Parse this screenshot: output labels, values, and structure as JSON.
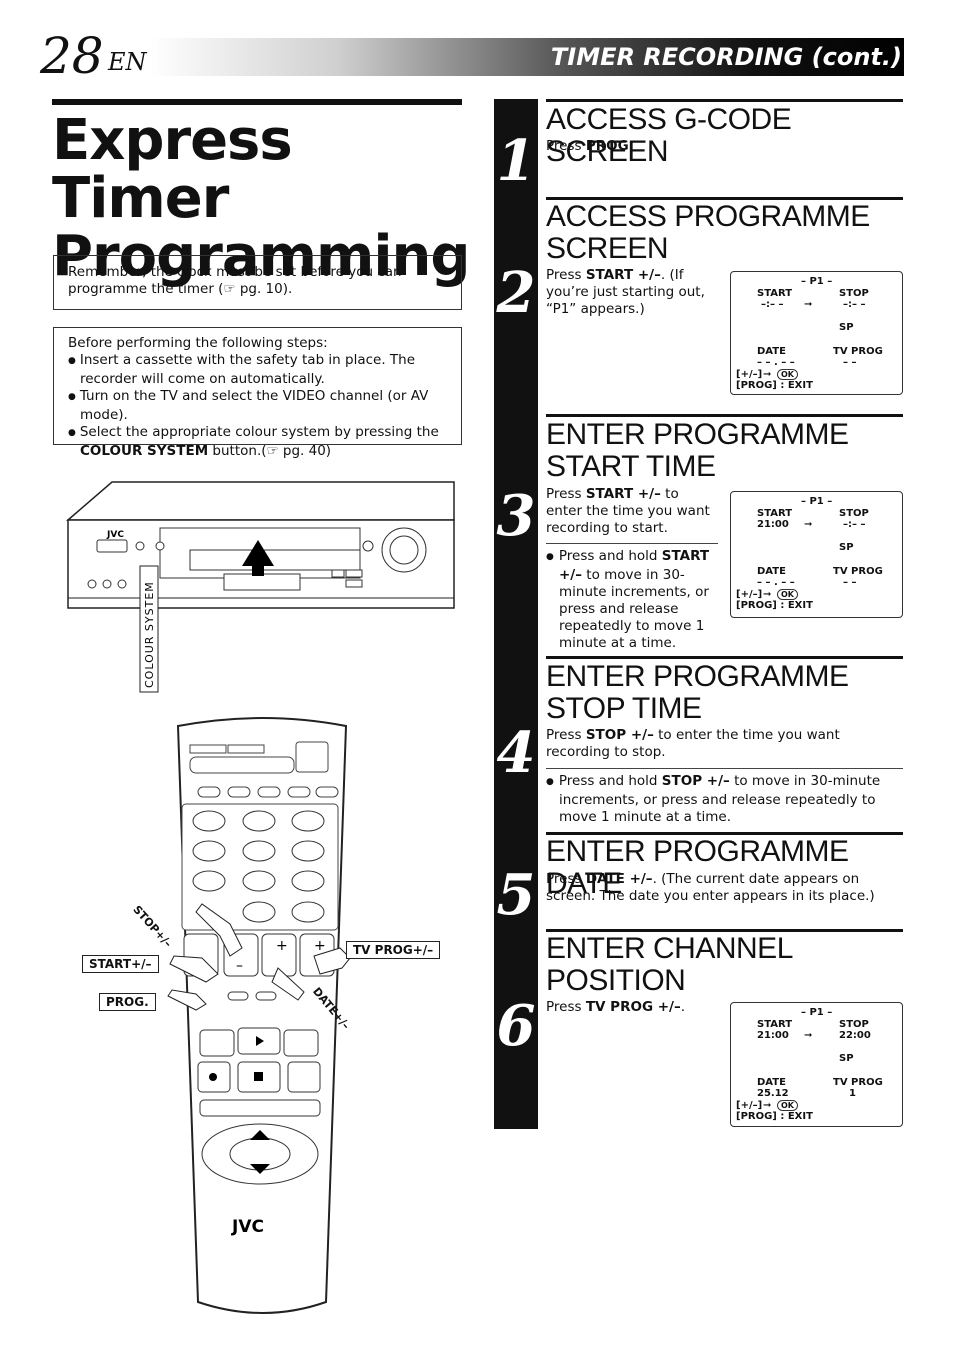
{
  "page": {
    "number": "28",
    "lang": "EN",
    "header": "TIMER RECORDING (cont.)"
  },
  "title": "Express Timer Programming",
  "note1": {
    "text": "Remember, the clock must be set before you can programme the timer (☞ pg. 10)."
  },
  "note2": {
    "intro": "Before performing the following steps:",
    "items": [
      "Insert a cassette with the safety tab in place. The recorder will come on automatically.",
      "Turn on the TV and select the VIDEO channel (or AV mode)."
    ],
    "item3_pre": "Select the appropriate colour system by pressing the ",
    "item3_bold": "COLOUR SYSTEM",
    "item3_post": " button.(☞ pg. 40)"
  },
  "vcr": {
    "brand": "JVC",
    "label": "COLOUR SYSTEM"
  },
  "remote": {
    "brand": "JVC",
    "callouts": {
      "stop": "STOP+/–",
      "start": "START+/–",
      "tvprog": "TV PROG+/–",
      "prog": "PROG.",
      "date": "DATE+/–"
    },
    "plus": "+",
    "minus": "–"
  },
  "steps": [
    {
      "num": "1",
      "heading": "ACCESS G-CODE SCREEN",
      "pre": "Press ",
      "bold": "PROG",
      "post": "."
    },
    {
      "num": "2",
      "heading": "ACCESS PROGRAMME SCREEN",
      "pre": "Press ",
      "bold": "START +/–",
      "post": ". (If you’re just starting out, “P1” appears.)"
    },
    {
      "num": "3",
      "heading": "ENTER PROGRAMME START TIME",
      "pre": "Press ",
      "bold": "START +/–",
      "post": " to enter the time you want recording to start.",
      "b_pre": "Press and hold ",
      "b_bold": "START +/–",
      "b_post": " to move in 30-minute increments, or press and release repeatedly to move 1 minute at a time."
    },
    {
      "num": "4",
      "heading": "ENTER PROGRAMME STOP TIME",
      "pre": "Press ",
      "bold": "STOP +/–",
      "post": " to enter the time you want recording to stop.",
      "b_pre": "Press and hold ",
      "b_bold": "STOP +/–",
      "b_post": " to move in 30-minute increments, or press and release repeatedly to move 1 minute at a time."
    },
    {
      "num": "5",
      "heading": "ENTER PROGRAMME DATE",
      "pre": "Press ",
      "bold": "DATE +/–",
      "post": ". (The current date appears on screen. The date you enter appears in its place.)"
    },
    {
      "num": "6",
      "heading": "ENTER CHANNEL POSITION",
      "pre": "Press ",
      "bold": "TV PROG +/–",
      "post": "."
    }
  ],
  "osd": [
    {
      "title": "– P1 –",
      "start": "START",
      "start_val": "–:– –",
      "stop": "STOP",
      "stop_val": "–:– –",
      "speed": "SP",
      "date": "DATE",
      "date_val": "– – . – –",
      "tvprog": "TV PROG",
      "tvprog_val": "– –",
      "keys1": "[+/–]",
      "keys2": "[PROG] : EXIT",
      "ok": "OK"
    },
    {
      "title": "– P1 –",
      "start": "START",
      "start_val": "21:00",
      "stop": "STOP",
      "stop_val": "–:– –",
      "speed": "SP",
      "date": "DATE",
      "date_val": "– – . – –",
      "tvprog": "TV PROG",
      "tvprog_val": "– –",
      "keys1": "[+/–]",
      "keys2": "[PROG] : EXIT",
      "ok": "OK"
    },
    {
      "title": "– P1 –",
      "start": "START",
      "start_val": "21:00",
      "stop": "STOP",
      "stop_val": "22:00",
      "speed": "SP",
      "date": "DATE",
      "date_val": "25.12",
      "tvprog": "TV PROG",
      "tvprog_val": "1",
      "keys1": "[+/–]",
      "keys2": "[PROG] : EXIT",
      "ok": "OK"
    }
  ]
}
